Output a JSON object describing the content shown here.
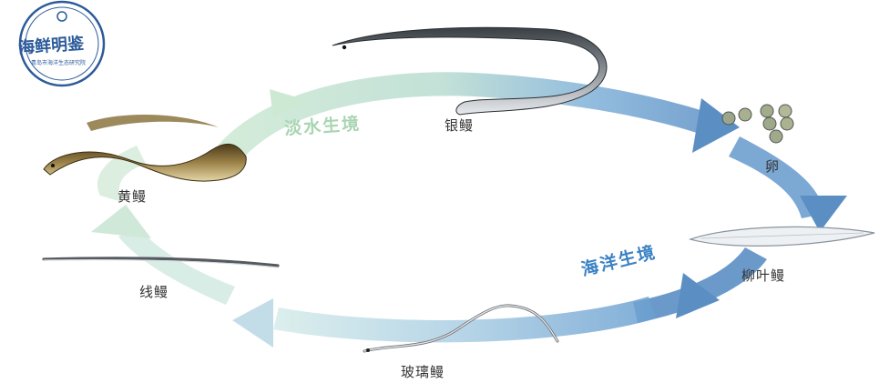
{
  "logo": {
    "name": "海鲜明鉴",
    "subtitle": "青岛市海洋生态研究院"
  },
  "environments": {
    "freshwater": "淡水生境",
    "marine": "海洋生境"
  },
  "stages": {
    "silver_eel": "银鳗",
    "egg": "卵",
    "leptocephalus": "柳叶鳗",
    "glass_eel": "玻璃鳗",
    "elver": "线鳗",
    "yellow_eel": "黄鳗"
  },
  "colors": {
    "freshwater_arrow": "#bfe0c7",
    "marine_arrow": "#5b8fc4",
    "freshwater_text": "#a9d5b2",
    "marine_text": "#3b82c4",
    "seal": "#2c5a9a"
  }
}
